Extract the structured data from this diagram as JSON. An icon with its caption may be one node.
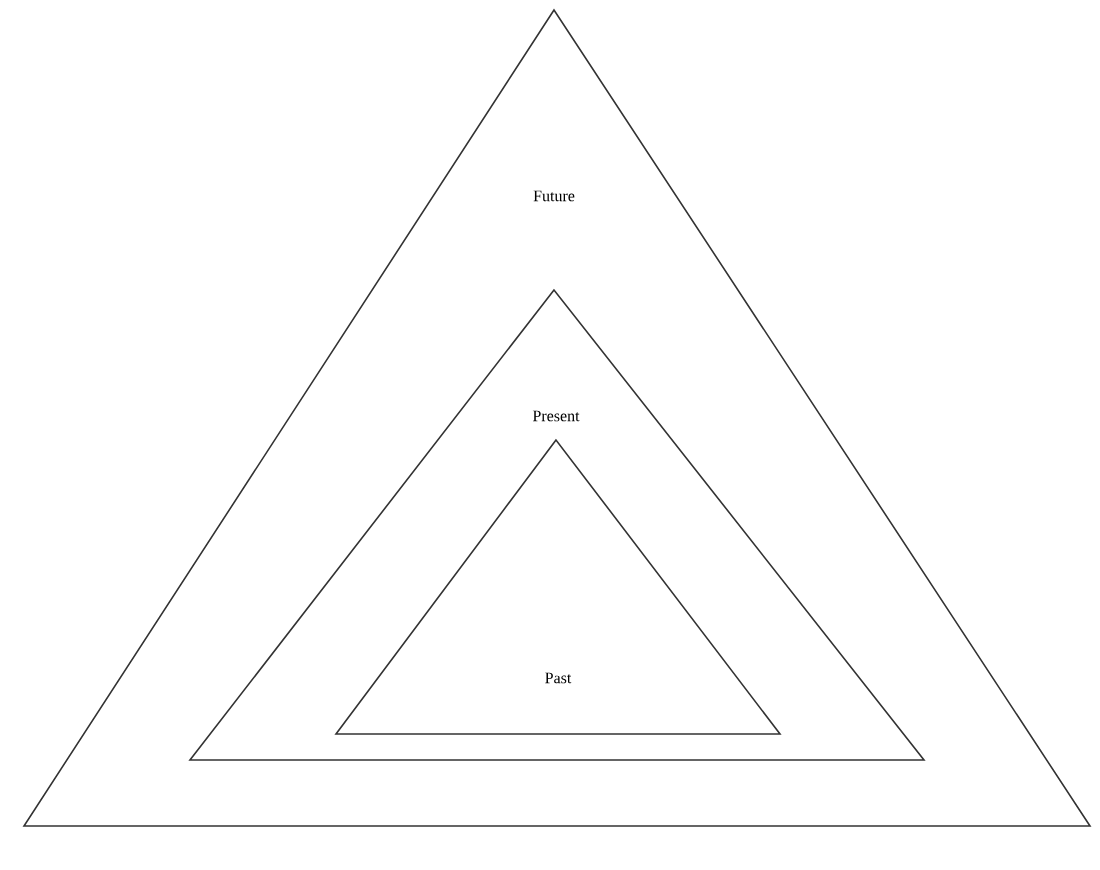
{
  "diagram": {
    "nodes": [
      {
        "text": [
          "Future"
        ]
      },
      {
        "text": [
          "Present"
        ],
        "in": 0
      },
      {
        "text": [
          "Past"
        ],
        "in": 1
      }
    ]
  }
}
